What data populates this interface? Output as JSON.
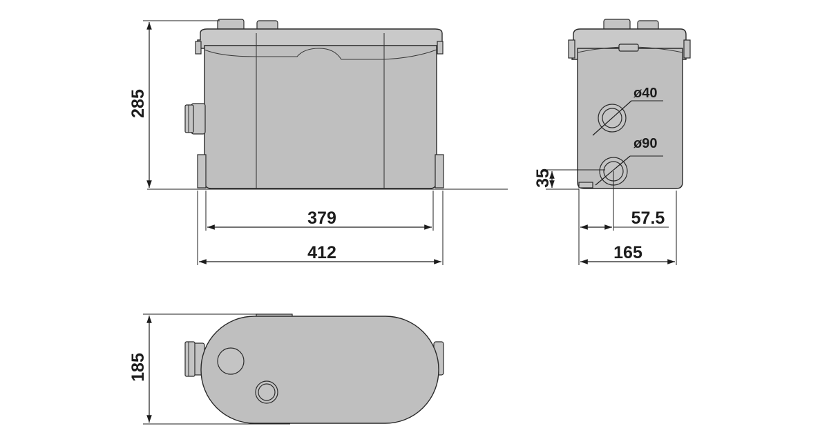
{
  "colors": {
    "body": "#bfbfbf",
    "line": "#1c1c1c"
  },
  "dimensions": {
    "front_height": "285",
    "front_inner_width": "379",
    "front_overall_width": "412",
    "side_outlet_height": "35",
    "side_outlet_offset": "57.5",
    "side_width": "165",
    "top_depth": "185"
  },
  "diameters": {
    "small_outlet": "ø40",
    "large_outlet": "ø90"
  }
}
